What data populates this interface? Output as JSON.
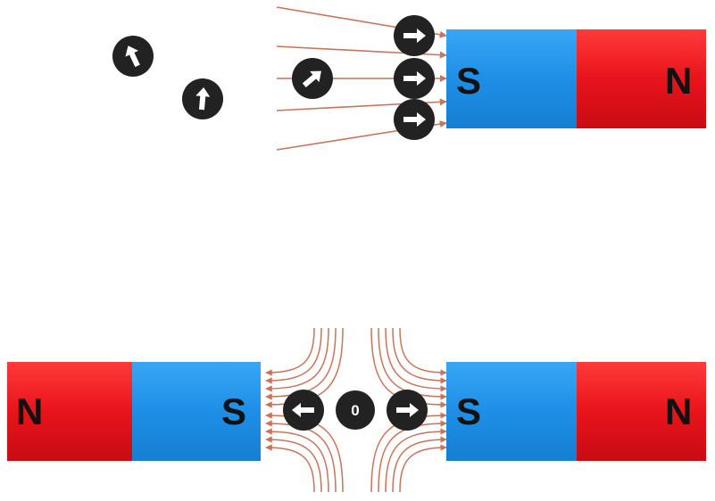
{
  "colors": {
    "north": "#e8141b",
    "south": "#1e8fe6",
    "field_line": "#c9735a",
    "compass_body": "#222222",
    "compass_arrow": "#ffffff",
    "background": "#ffffff"
  },
  "top_panel": {
    "magnet": {
      "south_label": "S",
      "north_label": "N"
    },
    "compasses": [
      {
        "role": "far",
        "arrow_direction_deg": -115
      },
      {
        "role": "far",
        "arrow_direction_deg": -85
      },
      {
        "role": "mid",
        "arrow_direction_deg": -40
      },
      {
        "role": "pole",
        "arrow_direction_deg": 0
      },
      {
        "role": "pole",
        "arrow_direction_deg": 0
      },
      {
        "role": "pole",
        "arrow_direction_deg": 0
      }
    ]
  },
  "bottom_panel": {
    "left_magnet": {
      "north_label": "N",
      "south_label": "S"
    },
    "right_magnet": {
      "south_label": "S",
      "north_label": "N"
    },
    "compasses": [
      {
        "role": "left",
        "arrow_direction_deg": 180
      },
      {
        "role": "center",
        "label": "0"
      },
      {
        "role": "right",
        "arrow_direction_deg": 0
      }
    ]
  }
}
